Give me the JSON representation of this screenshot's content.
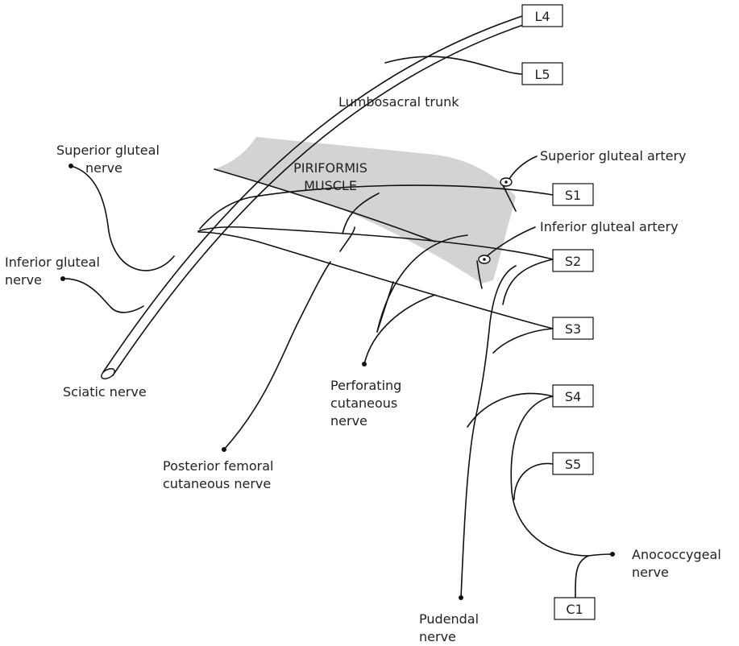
{
  "colors": {
    "muscle_fill": "#d3d3d3",
    "line": "#111111",
    "background": "#ffffff"
  },
  "roots": {
    "l4": "L4",
    "l5": "L5",
    "s1": "S1",
    "s2": "S2",
    "s3": "S3",
    "s4": "S4",
    "s5": "S5",
    "c1": "C1"
  },
  "muscle": {
    "line1": "PIRIFORMIS",
    "line2": "MUSCLE"
  },
  "labels": {
    "lumbosacral_trunk": "Lumbosacral trunk",
    "superior_gluteal_nerve": [
      "Superior gluteal",
      "nerve"
    ],
    "inferior_gluteal_nerve": [
      "Inferior gluteal",
      "nerve"
    ],
    "sciatic_nerve": "Sciatic nerve",
    "superior_gluteal_artery": "Superior gluteal artery",
    "inferior_gluteal_artery": "Inferior gluteal artery",
    "perforating_cutaneous_nerve": [
      "Perforating",
      "cutaneous",
      "nerve"
    ],
    "posterior_femoral_cutaneous_nerve": [
      "Posterior femoral",
      "cutaneous nerve"
    ],
    "pudendal_nerve": [
      "Pudendal",
      "nerve"
    ],
    "anococcygeal_nerve": [
      "Anococcygeal",
      "nerve"
    ]
  }
}
